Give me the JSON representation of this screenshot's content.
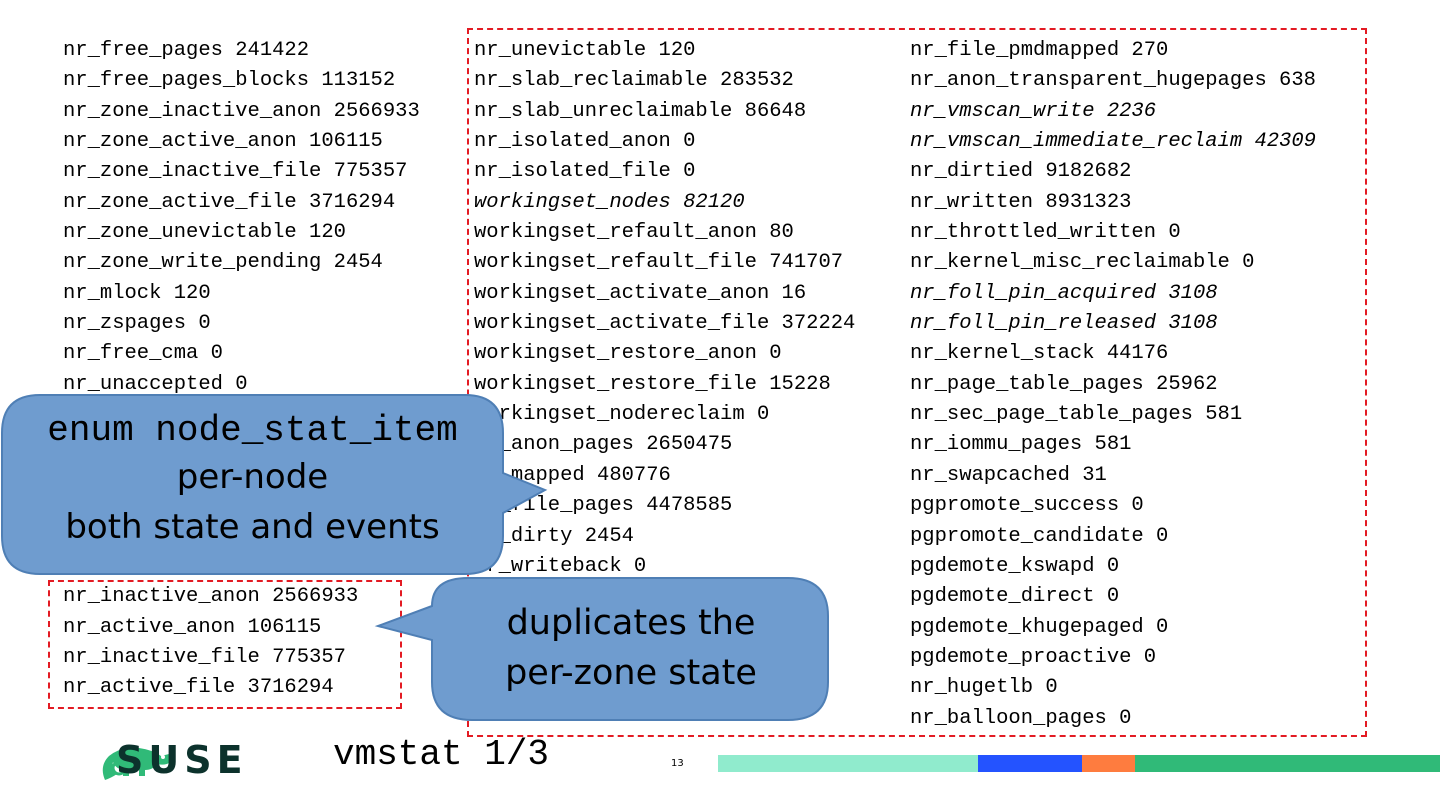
{
  "columns": {
    "col1": [
      {
        "text": "nr_free_pages 241422",
        "italic": false
      },
      {
        "text": "nr_free_pages_blocks 113152",
        "italic": false
      },
      {
        "text": "nr_zone_inactive_anon 2566933",
        "italic": false
      },
      {
        "text": "nr_zone_active_anon 106115",
        "italic": false
      },
      {
        "text": "nr_zone_inactive_file 775357",
        "italic": false
      },
      {
        "text": "nr_zone_active_file 3716294",
        "italic": false
      },
      {
        "text": "nr_zone_unevictable 120",
        "italic": false
      },
      {
        "text": "nr_zone_write_pending 2454",
        "italic": false
      },
      {
        "text": "nr_mlock 120",
        "italic": false
      },
      {
        "text": "nr_zspages 0",
        "italic": false
      },
      {
        "text": "nr_free_cma 0",
        "italic": false
      },
      {
        "text": "nr_unaccepted 0",
        "italic": false
      },
      {
        "text": "",
        "italic": false
      },
      {
        "text": "",
        "italic": false
      },
      {
        "text": "",
        "italic": false
      },
      {
        "text": "",
        "italic": false
      },
      {
        "text": "",
        "italic": false
      },
      {
        "text": "",
        "italic": false
      },
      {
        "text": "nr_inactive_anon 2566933",
        "italic": false
      },
      {
        "text": "nr_active_anon 106115",
        "italic": false
      },
      {
        "text": "nr_inactive_file 775357",
        "italic": false
      },
      {
        "text": "nr_active_file 3716294",
        "italic": false
      }
    ],
    "col2": [
      {
        "text": "nr_unevictable 120",
        "italic": false
      },
      {
        "text": "nr_slab_reclaimable 283532",
        "italic": false
      },
      {
        "text": "nr_slab_unreclaimable 86648",
        "italic": false
      },
      {
        "text": "nr_isolated_anon 0",
        "italic": false
      },
      {
        "text": "nr_isolated_file 0",
        "italic": false
      },
      {
        "text": "workingset_nodes 82120",
        "italic": true
      },
      {
        "text": "workingset_refault_anon 80",
        "italic": false
      },
      {
        "text": "workingset_refault_file 741707",
        "italic": false
      },
      {
        "text": "workingset_activate_anon 16",
        "italic": false
      },
      {
        "text": "workingset_activate_file 372224",
        "italic": false
      },
      {
        "text": "workingset_restore_anon 0",
        "italic": false
      },
      {
        "text": "workingset_restore_file 15228",
        "italic": false
      },
      {
        "text": "workingset_nodereclaim 0",
        "italic": false
      },
      {
        "text": "nr_anon_pages 2650475",
        "italic": false
      },
      {
        "text": "nr_mapped 480776",
        "italic": false
      },
      {
        "text": "nr_file_pages 4478585",
        "italic": false
      },
      {
        "text": "nr_dirty 2454",
        "italic": false
      },
      {
        "text": "nr_writeback 0",
        "italic": false
      }
    ],
    "col3": [
      {
        "text": "nr_file_pmdmapped 270",
        "italic": false
      },
      {
        "text": "nr_anon_transparent_hugepages 638",
        "italic": false
      },
      {
        "text": "nr_vmscan_write 2236",
        "italic": true
      },
      {
        "text": "nr_vmscan_immediate_reclaim 42309",
        "italic": true
      },
      {
        "text": "nr_dirtied 9182682",
        "italic": false
      },
      {
        "text": "nr_written 8931323",
        "italic": false
      },
      {
        "text": "nr_throttled_written 0",
        "italic": false
      },
      {
        "text": "nr_kernel_misc_reclaimable 0",
        "italic": false
      },
      {
        "text": "nr_foll_pin_acquired 3108",
        "italic": true
      },
      {
        "text": "nr_foll_pin_released 3108",
        "italic": true
      },
      {
        "text": "nr_kernel_stack 44176",
        "italic": false
      },
      {
        "text": "nr_page_table_pages 25962",
        "italic": false
      },
      {
        "text": "nr_sec_page_table_pages 581",
        "italic": false
      },
      {
        "text": "nr_iommu_pages 581",
        "italic": false
      },
      {
        "text": "nr_swapcached 31",
        "italic": false
      },
      {
        "text": "pgpromote_success 0",
        "italic": false
      },
      {
        "text": "pgpromote_candidate 0",
        "italic": false
      },
      {
        "text": "pgdemote_kswapd 0",
        "italic": false
      },
      {
        "text": "pgdemote_direct 0",
        "italic": false
      },
      {
        "text": "pgdemote_khugepaged 0",
        "italic": false
      },
      {
        "text": "pgdemote_proactive 0",
        "italic": false
      },
      {
        "text": "nr_hugetlb 0",
        "italic": false
      },
      {
        "text": "nr_balloon_pages 0",
        "italic": false
      }
    ]
  },
  "callouts": {
    "node_stat": {
      "line1": "enum node_stat_item",
      "line2": "per-node",
      "line3": "both state and events"
    },
    "duplicates": {
      "line1": "duplicates the",
      "line2": "per-zone state"
    }
  },
  "footer": {
    "logo_text": "SUSE",
    "slide_title": "vmstat 1/3",
    "page_number": "13"
  },
  "colors": {
    "callout_fill": "#6f9ccf",
    "callout_stroke": "#4f7fb5",
    "dash_red": "#e31b23",
    "logo_green": "#30ba78",
    "logo_dark": "#0c322c",
    "bar_mint": "#90ebcd",
    "bar_blue": "#2453ff",
    "bar_orange": "#fe7c3f",
    "bar_green": "#30ba78"
  }
}
